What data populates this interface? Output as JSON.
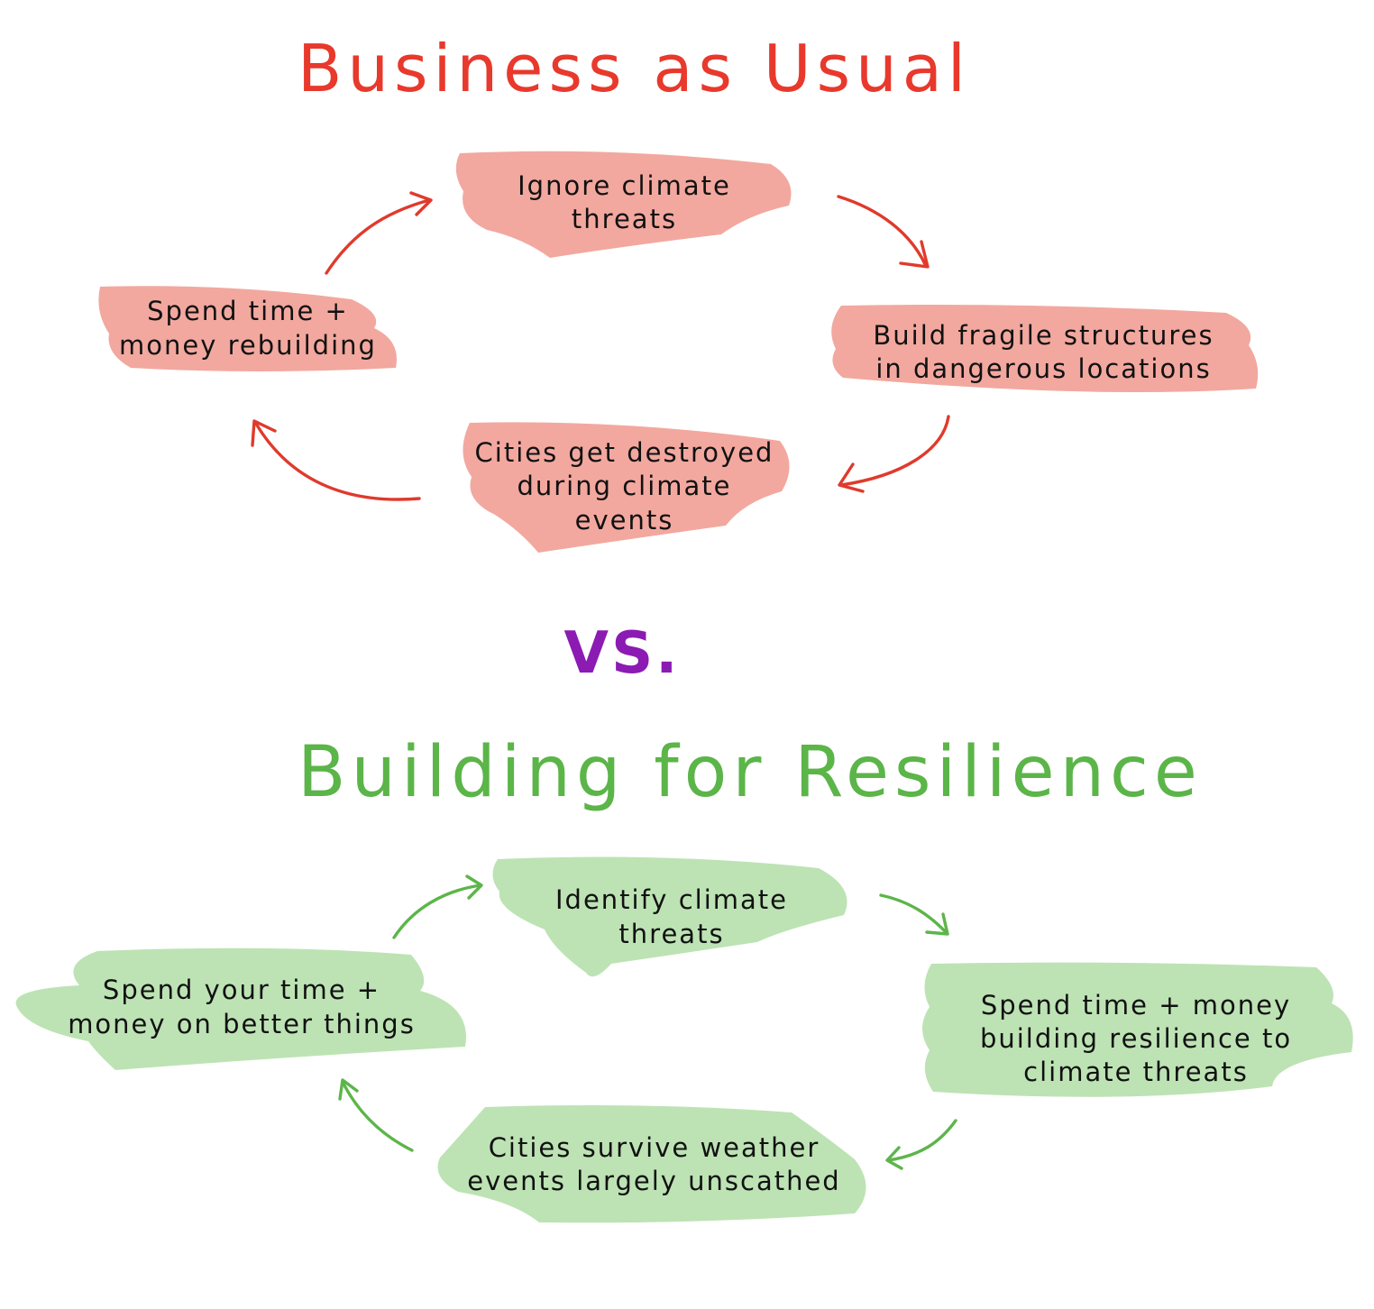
{
  "titles": {
    "business_as_usual": "Business as Usual",
    "vs": "VS.",
    "building_for_resilience": "Building for Resilience"
  },
  "business_as_usual_cycle": {
    "ignore": "Ignore climate\nthreats",
    "build": "Build fragile structures\nin dangerous locations",
    "cities": "Cities get destroyed\nduring climate\nevents",
    "spend": "Spend time +\nmoney rebuilding"
  },
  "building_for_resilience_cycle": {
    "identify": "Identify climate\nthreats",
    "spend_resilience": "Spend time + money\nbuilding resilience to\nclimate threats",
    "survive": "Cities survive weather\nevents largely unscathed",
    "better": "Spend your time +\nmoney on better things"
  },
  "colors": {
    "red_title": "#e8392c",
    "red_highlight": "#f2a89f",
    "red_arrow": "#e03a2c",
    "vs": "#8b1bb3",
    "green_title": "#5bb548",
    "green_highlight": "#bde3b4",
    "green_arrow": "#5db54a",
    "text": "#111111"
  }
}
